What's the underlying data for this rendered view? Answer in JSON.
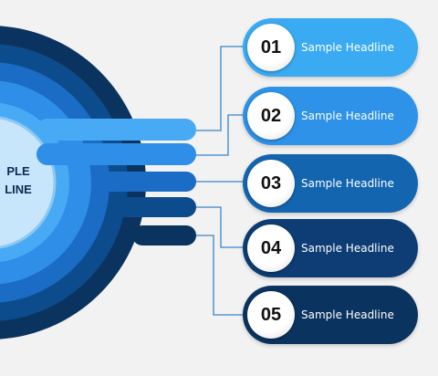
{
  "center": {
    "line1": "PLE",
    "line2": "LINE"
  },
  "items": [
    {
      "number": "01",
      "headline": "Sample Headline",
      "color": "#3aaaf2"
    },
    {
      "number": "02",
      "headline": "Sample Headline",
      "color": "#2e92e8"
    },
    {
      "number": "03",
      "headline": "Sample Headline",
      "color": "#1465b0"
    },
    {
      "number": "04",
      "headline": "Sample Headline",
      "color": "#0d3d74"
    },
    {
      "number": "05",
      "headline": "Sample Headline",
      "color": "#0b335f"
    }
  ],
  "colors": {
    "ring_outer": "#0b335f",
    "ring_2": "#0d4c8c",
    "ring_3": "#1a6cc4",
    "ring_4": "#2e8ee8",
    "ring_inner": "#48aaf5",
    "core": "#c8e6fb",
    "connector": "#3a86c8"
  }
}
